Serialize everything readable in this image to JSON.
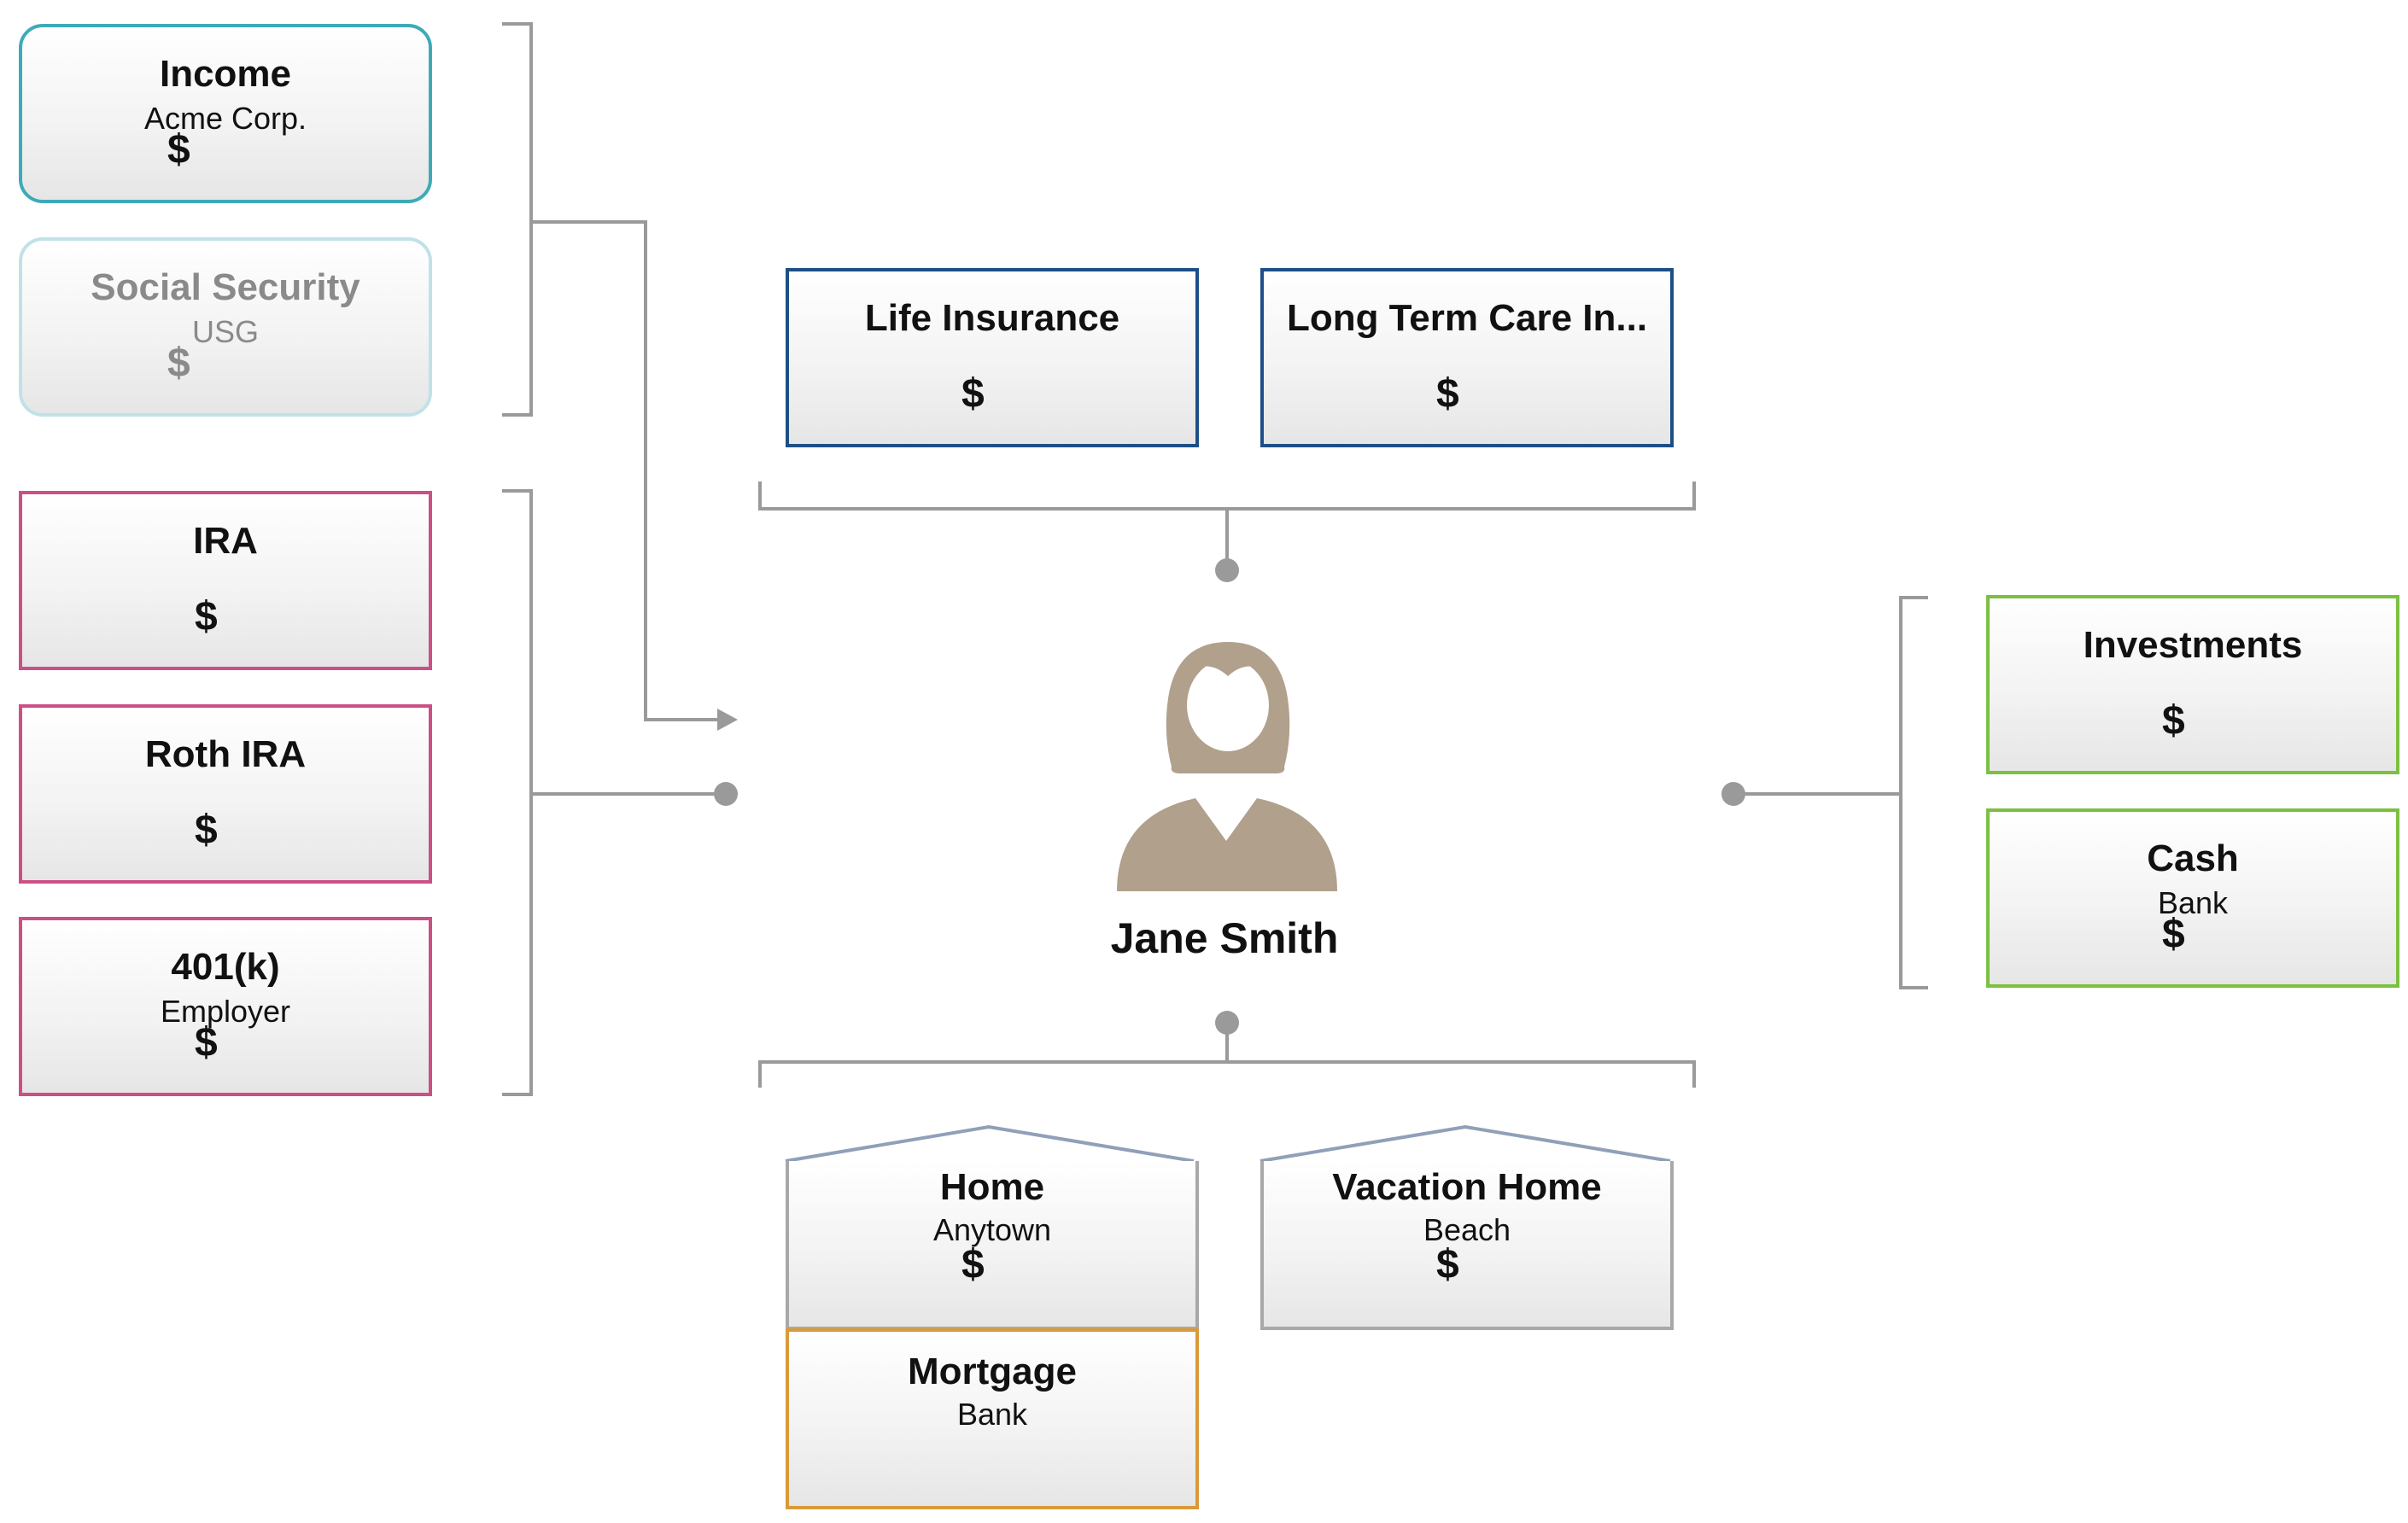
{
  "person": {
    "name": "Jane Smith",
    "icon": "person-female-icon",
    "color": "#b0a08c"
  },
  "income": [
    {
      "title": "Income",
      "subtitle": "Acme Corp.",
      "amount": "$"
    },
    {
      "title": "Social Security",
      "subtitle": "USG",
      "amount": "$"
    }
  ],
  "retirement": [
    {
      "title": "IRA",
      "subtitle": "",
      "amount": "$"
    },
    {
      "title": "Roth IRA",
      "subtitle": "",
      "amount": "$"
    },
    {
      "title": "401(k)",
      "subtitle": "Employer",
      "amount": "$"
    }
  ],
  "insurance": [
    {
      "title": "Life Insurance",
      "amount": "$"
    },
    {
      "title": "Long Term Care In...",
      "amount": "$"
    }
  ],
  "investments": [
    {
      "title": "Investments",
      "subtitle": "",
      "amount": "$"
    },
    {
      "title": "Cash",
      "subtitle": "Bank",
      "amount": "$"
    }
  ],
  "properties": [
    {
      "title": "Home",
      "subtitle": "Anytown",
      "amount": "$"
    },
    {
      "title": "Vacation Home",
      "subtitle": "Beach",
      "amount": "$"
    }
  ],
  "liabilities": [
    {
      "title": "Mortgage",
      "subtitle": "Bank"
    }
  ],
  "colors": {
    "income": "#3eaab8",
    "social_security": "#bfe2e8",
    "retirement": "#cc4f86",
    "insurance": "#1d4f86",
    "investments": "#7cc040",
    "property": "#a8a8a8",
    "mortgage": "#d99a3a",
    "connector": "#9a9a9a"
  }
}
